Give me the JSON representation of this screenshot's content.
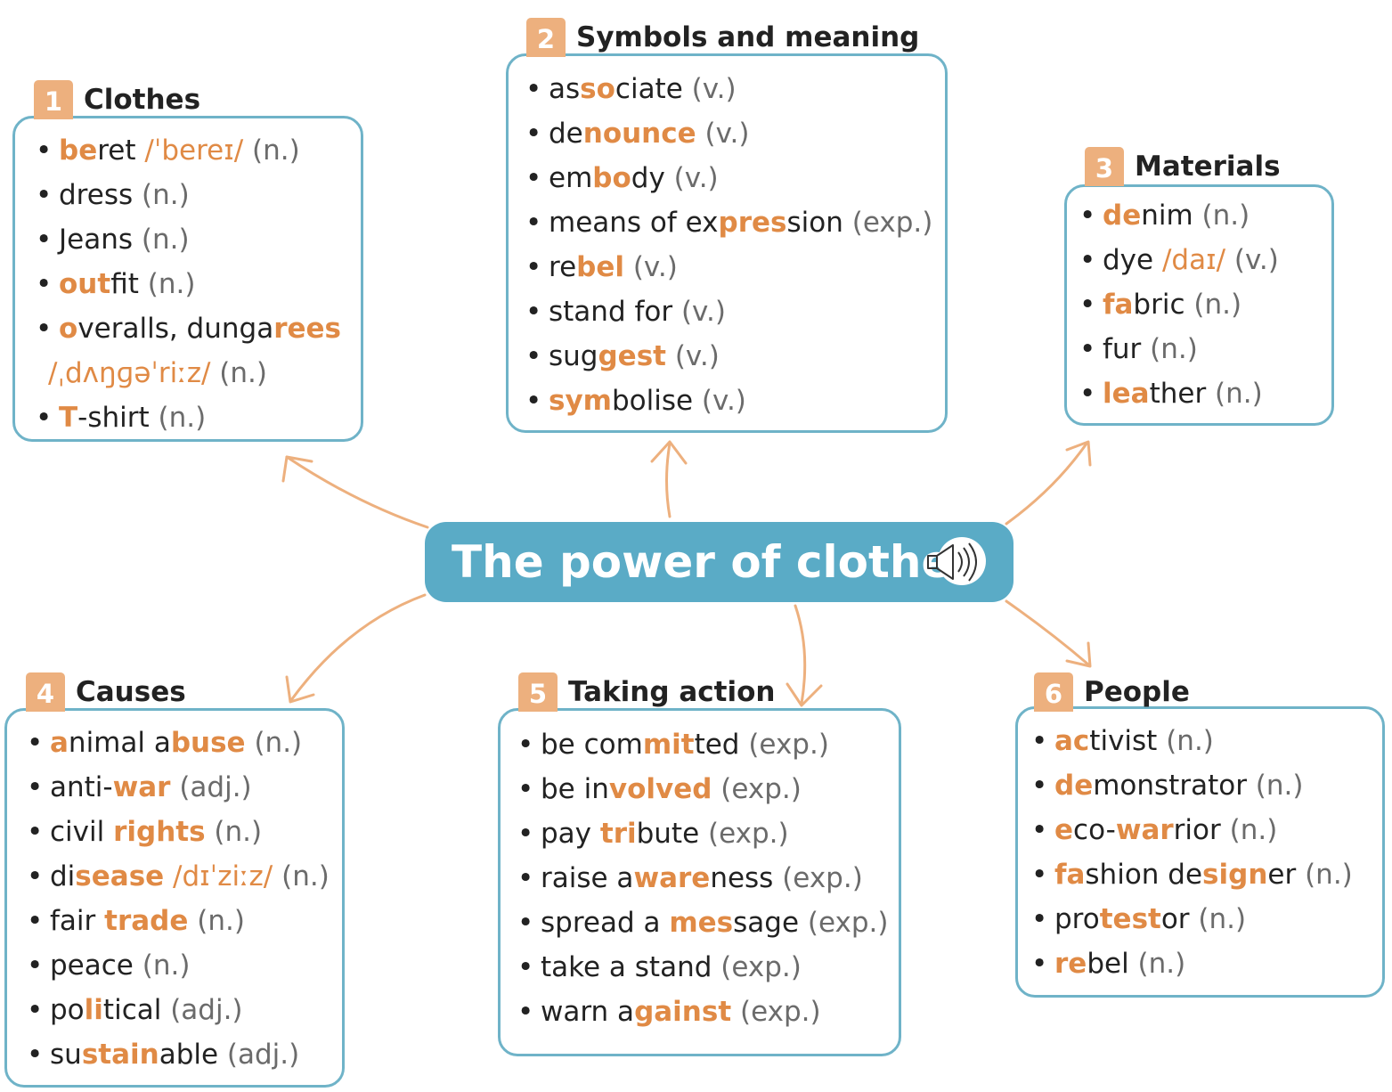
{
  "center": {
    "title": "The power of clothes",
    "icon": "speaker-icon"
  },
  "colors": {
    "accent": "#e08a45",
    "box_border": "#6fb3c8",
    "center_bg": "#5aabc6",
    "badge": "#edb07e"
  },
  "sections": [
    {
      "number": "1",
      "title": "Clothes",
      "items": [
        [
          {
            "t": "be",
            "h": true
          },
          {
            "t": "ret"
          },
          {
            "t": " /ˈbereɪ/ ",
            "i": true
          },
          {
            "t": " (n.)",
            "p": true
          }
        ],
        [
          {
            "t": "dress"
          },
          {
            "t": " (n.)",
            "p": true
          }
        ],
        [
          {
            "t": "Jeans"
          },
          {
            "t": " (n.)",
            "p": true
          }
        ],
        [
          {
            "t": "out",
            "h": true
          },
          {
            "t": "fit"
          },
          {
            "t": " (n.)",
            "p": true
          }
        ],
        [
          {
            "t": "o",
            "h": true
          },
          {
            "t": "veralls, dunga"
          },
          {
            "t": "rees",
            "h": true
          }
        ],
        [
          {
            "t": "/ˌdʌŋɡəˈriːz/ ",
            "i": true
          },
          {
            "t": " (n.)",
            "p": true
          }
        ],
        [
          {
            "t": "T",
            "h": true
          },
          {
            "t": "-shirt"
          },
          {
            "t": " (n.)",
            "p": true
          }
        ]
      ]
    },
    {
      "number": "2",
      "title": "Symbols and meaning",
      "items": [
        [
          {
            "t": "as"
          },
          {
            "t": "so",
            "h": true
          },
          {
            "t": "ciate"
          },
          {
            "t": " (v.)",
            "p": true
          }
        ],
        [
          {
            "t": "de"
          },
          {
            "t": "nounce",
            "h": true
          },
          {
            "t": " (v.)",
            "p": true
          }
        ],
        [
          {
            "t": "em"
          },
          {
            "t": "bo",
            "h": true
          },
          {
            "t": "dy"
          },
          {
            "t": " (v.)",
            "p": true
          }
        ],
        [
          {
            "t": "means of ex"
          },
          {
            "t": "pres",
            "h": true
          },
          {
            "t": "sion"
          },
          {
            "t": " (exp.)",
            "p": true
          }
        ],
        [
          {
            "t": "re"
          },
          {
            "t": "bel",
            "h": true
          },
          {
            "t": " (v.)",
            "p": true
          }
        ],
        [
          {
            "t": "stand for"
          },
          {
            "t": " (v.)",
            "p": true
          }
        ],
        [
          {
            "t": "sug"
          },
          {
            "t": "gest",
            "h": true
          },
          {
            "t": " (v.)",
            "p": true
          }
        ],
        [
          {
            "t": "sym",
            "h": true
          },
          {
            "t": "bolise"
          },
          {
            "t": " (v.)",
            "p": true
          }
        ]
      ]
    },
    {
      "number": "3",
      "title": "Materials",
      "items": [
        [
          {
            "t": "de",
            "h": true
          },
          {
            "t": "nim"
          },
          {
            "t": " (n.)",
            "p": true
          }
        ],
        [
          {
            "t": "dye "
          },
          {
            "t": " /daɪ/ ",
            "i": true
          },
          {
            "t": " (v.)",
            "p": true
          }
        ],
        [
          {
            "t": "fa",
            "h": true
          },
          {
            "t": "bric"
          },
          {
            "t": " (n.)",
            "p": true
          }
        ],
        [
          {
            "t": "fur"
          },
          {
            "t": " (n.)",
            "p": true
          }
        ],
        [
          {
            "t": "lea",
            "h": true
          },
          {
            "t": "ther"
          },
          {
            "t": " (n.)",
            "p": true
          }
        ]
      ]
    },
    {
      "number": "4",
      "title": "Causes",
      "items": [
        [
          {
            "t": "a",
            "h": true
          },
          {
            "t": "nimal a"
          },
          {
            "t": "buse",
            "h": true
          },
          {
            "t": " (n.)",
            "p": true
          }
        ],
        [
          {
            "t": "anti-"
          },
          {
            "t": "war",
            "h": true
          },
          {
            "t": " (adj.)",
            "p": true
          }
        ],
        [
          {
            "t": "civil "
          },
          {
            "t": "rights",
            "h": true
          },
          {
            "t": " (n.)",
            "p": true
          }
        ],
        [
          {
            "t": "di"
          },
          {
            "t": "sease",
            "h": true
          },
          {
            "t": " /dɪˈziːz/ ",
            "i": true
          },
          {
            "t": " (n.)",
            "p": true
          }
        ],
        [
          {
            "t": "fair "
          },
          {
            "t": "trade",
            "h": true
          },
          {
            "t": " (n.)",
            "p": true
          }
        ],
        [
          {
            "t": "peace"
          },
          {
            "t": " (n.)",
            "p": true
          }
        ],
        [
          {
            "t": "po"
          },
          {
            "t": "li",
            "h": true
          },
          {
            "t": "tical"
          },
          {
            "t": " (adj.)",
            "p": true
          }
        ],
        [
          {
            "t": "su"
          },
          {
            "t": "stain",
            "h": true
          },
          {
            "t": "able"
          },
          {
            "t": " (adj.)",
            "p": true
          }
        ]
      ]
    },
    {
      "number": "5",
      "title": "Taking action",
      "items": [
        [
          {
            "t": "be com"
          },
          {
            "t": "mit",
            "h": true
          },
          {
            "t": "ted"
          },
          {
            "t": " (exp.)",
            "p": true
          }
        ],
        [
          {
            "t": "be in"
          },
          {
            "t": "volved",
            "h": true
          },
          {
            "t": " (exp.)",
            "p": true
          }
        ],
        [
          {
            "t": "pay "
          },
          {
            "t": "tri",
            "h": true
          },
          {
            "t": "bute"
          },
          {
            "t": " (exp.)",
            "p": true
          }
        ],
        [
          {
            "t": "raise a"
          },
          {
            "t": "ware",
            "h": true
          },
          {
            "t": "ness"
          },
          {
            "t": " (exp.)",
            "p": true
          }
        ],
        [
          {
            "t": "spread a "
          },
          {
            "t": "mes",
            "h": true
          },
          {
            "t": "sage"
          },
          {
            "t": " (exp.)",
            "p": true
          }
        ],
        [
          {
            "t": "take a stand"
          },
          {
            "t": " (exp.)",
            "p": true
          }
        ],
        [
          {
            "t": "warn a"
          },
          {
            "t": "gainst",
            "h": true
          },
          {
            "t": " (exp.)",
            "p": true
          }
        ]
      ]
    },
    {
      "number": "6",
      "title": "People",
      "items": [
        [
          {
            "t": "ac",
            "h": true
          },
          {
            "t": "tivist"
          },
          {
            "t": " (n.)",
            "p": true
          }
        ],
        [
          {
            "t": "de",
            "h": true
          },
          {
            "t": "monstrator"
          },
          {
            "t": " (n.)",
            "p": true
          }
        ],
        [
          {
            "t": "e",
            "h": true
          },
          {
            "t": "co-"
          },
          {
            "t": "war",
            "h": true
          },
          {
            "t": "rior"
          },
          {
            "t": " (n.)",
            "p": true
          }
        ],
        [
          {
            "t": "fa",
            "h": true
          },
          {
            "t": "shion de"
          },
          {
            "t": "sign",
            "h": true
          },
          {
            "t": "er"
          },
          {
            "t": " (n.)",
            "p": true
          }
        ],
        [
          {
            "t": "pro"
          },
          {
            "t": "test",
            "h": true
          },
          {
            "t": "or"
          },
          {
            "t": " (n.)",
            "p": true
          }
        ],
        [
          {
            "t": "re",
            "h": true
          },
          {
            "t": "bel"
          },
          {
            "t": " (n.)",
            "p": true
          }
        ]
      ]
    }
  ]
}
